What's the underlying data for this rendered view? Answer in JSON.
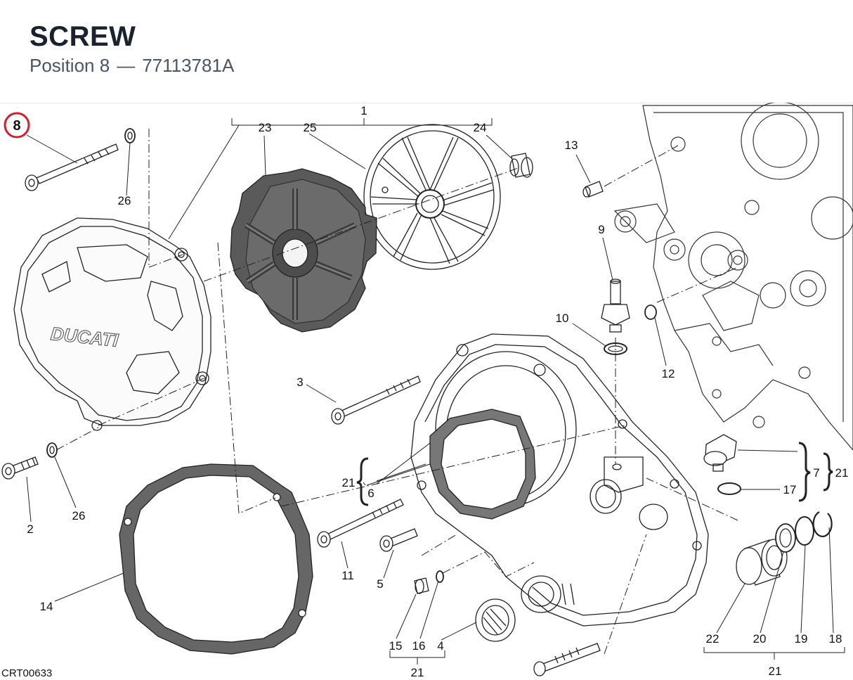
{
  "header": {
    "title": "SCREW",
    "position_label": "Position 8",
    "separator": "—",
    "part_number": "77113781A"
  },
  "diagram": {
    "code": "CRT00633",
    "highlight_callout": "8",
    "callouts": [
      "1",
      "23",
      "25",
      "24",
      "13",
      "26",
      "9",
      "10",
      "12",
      "3",
      "21",
      "6",
      "11",
      "5",
      "2",
      "26",
      "14",
      "15",
      "16",
      "4",
      "7",
      "21",
      "17",
      "22",
      "20",
      "19",
      "18",
      "21",
      "21"
    ],
    "logo_text": "DUCATI"
  },
  "colors": {
    "highlight": "#d0202e",
    "dark_part": "#555555",
    "line": "#222222"
  }
}
